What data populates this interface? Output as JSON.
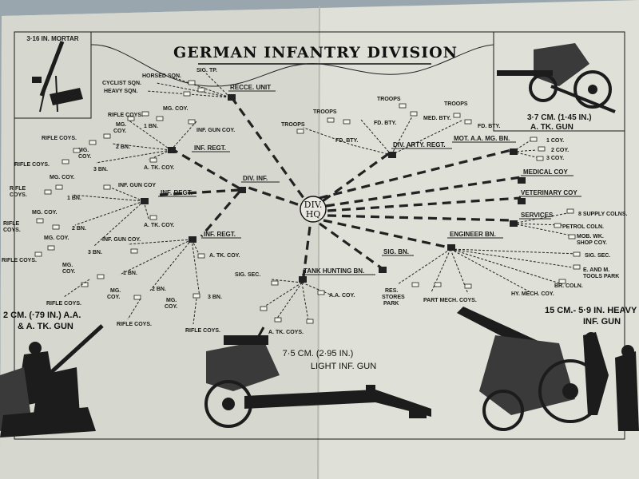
{
  "title": "GERMAN INFANTRY DIVISION",
  "hq": {
    "line1": "DIV.",
    "line2": "HQ"
  },
  "weapons": {
    "mortar": "3·16 IN. MORTAR",
    "atk_line1": "3·7 CM. (1·45 IN.)",
    "atk_line2": "A. TK. GUN",
    "aa_line1": "2 CM. (·79 IN.) A.A.",
    "aa_line2": "& A. TK. GUN",
    "lig_line1": "7·5 CM. (2·95 IN.)",
    "lig_line2": "LIGHT INF. GUN",
    "heavy_line1": "15 CM.- 5·9 IN. HEAVY",
    "heavy_line2": "INF. GUN"
  },
  "units": {
    "recce": "RECCE. UNIT",
    "inf_regt": "INF. REGT.",
    "div_inf": "DIV. INF.",
    "arty": "DIV. ARTY. REGT.",
    "mot_aa": "MOT. A.A. MG. BN.",
    "medical": "MEDICAL COY",
    "veterinary": "VETERINARY COY",
    "services": "SERVICES",
    "engineer": "ENGINEER BN.",
    "sig_bn": "SIG. BN.",
    "tank_hunting": "TANK HUNTING BN."
  },
  "recce_subs": {
    "sig_tp": "SIG. TP.",
    "horsed": "HORSED SQN.",
    "cyclist": "CYCLIST SQN.",
    "heavy": "HEAVY SQN."
  },
  "regt_subs": {
    "rifle_coys": "RIFLE COYS.",
    "mg_coy": "MG. COY.",
    "bn1": "1 BN.",
    "bn2": "2 BN.",
    "bn3": "3 BN.",
    "inf_gun_coy": "INF. GUN COY.",
    "atk_coy": "A. TK. COY.",
    "rifle": "RIFLE",
    "coys": "COYS.",
    "mg": "MG.",
    "coy": "COY.",
    "inf_gun_coy_b": "INF. GUN COY",
    "bn3b": "3 BN."
  },
  "arty_subs": {
    "troops": "TROOPS",
    "fd_bty": "FD. BTY.",
    "med_bty": "MED. BTY."
  },
  "mot_subs": {
    "coy1": "1 COY.",
    "coy2": "2 COY.",
    "coy3": "3 COY."
  },
  "services_subs": {
    "supply": "8 SUPPLY COLNS.",
    "petrol": "PETROL COLN.",
    "mob_wk": "MOB. WK.",
    "shop_coy": "SHOP COY."
  },
  "eng_subs": {
    "sig_sec": "SIG. SEC.",
    "em1": "E. AND M.",
    "em2": "TOOLS PARK",
    "br_coln": "BR. COLN.",
    "hy_mech": "HY. MECH. COY.",
    "part_mech": "PART MECH. COYS.",
    "res1": "RES.",
    "res2": "STORES",
    "res3": "PARK"
  },
  "tank_subs": {
    "sig_sec": "SIG. SEC.",
    "aa_coy": "A.A. COY.",
    "atk_coys": "A. TK. COYS."
  }
}
